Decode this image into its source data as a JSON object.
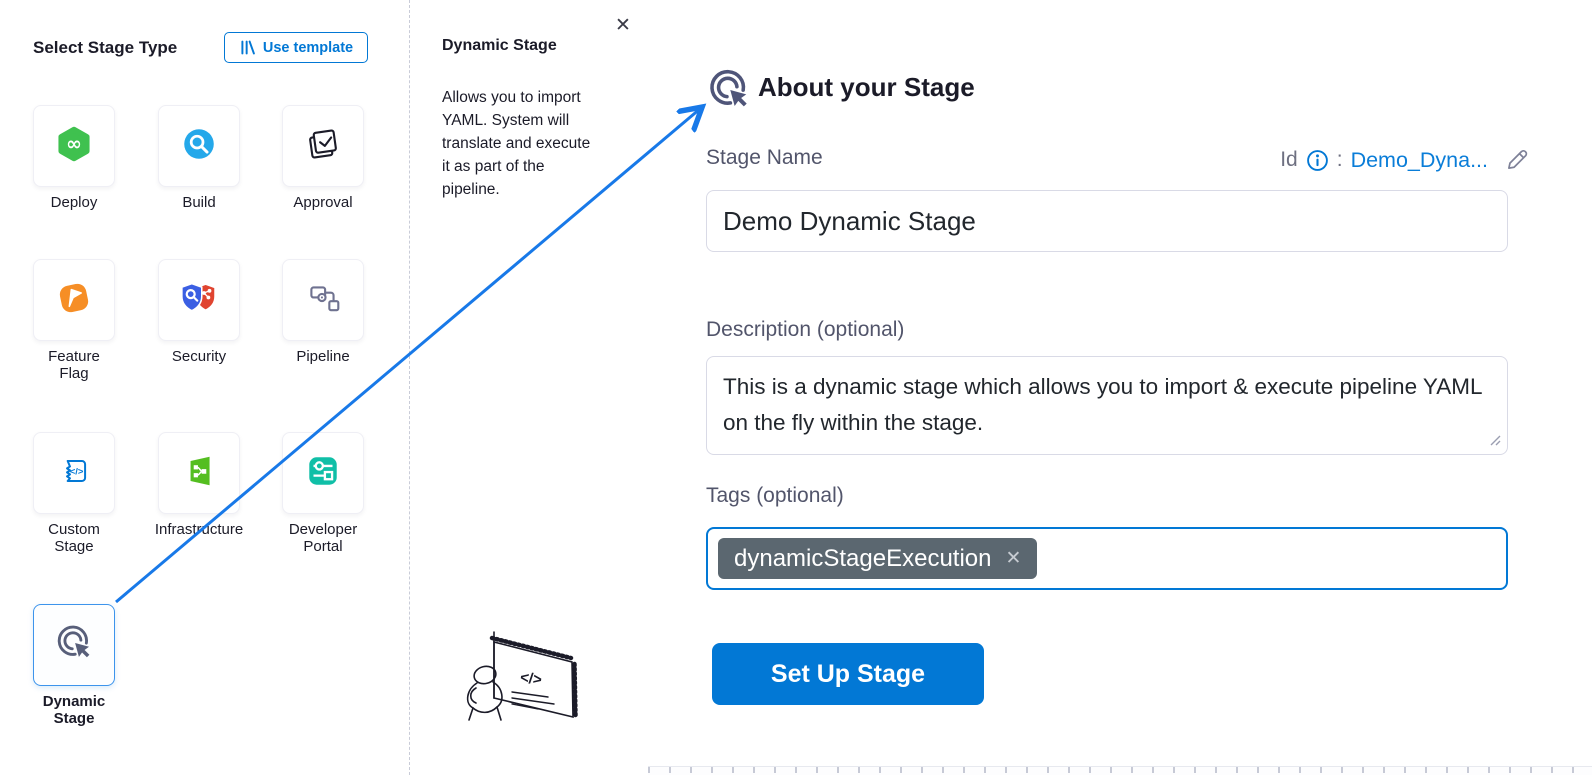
{
  "colors": {
    "primary_blue": "#0278d5",
    "arrow_blue": "#1879e8",
    "tag_chip_bg": "#5b6770",
    "selected_tile_border": "#3d94ec"
  },
  "left_panel": {
    "title": "Select Stage Type",
    "use_template_label": "Use template",
    "stages": [
      {
        "label": "Deploy"
      },
      {
        "label": "Build"
      },
      {
        "label": "Approval"
      },
      {
        "label": "Feature\nFlag"
      },
      {
        "label": "Security"
      },
      {
        "label": "Pipeline"
      },
      {
        "label": "Custom\nStage"
      },
      {
        "label": "Infrastructure"
      },
      {
        "label": "Developer\nPortal"
      },
      {
        "label": "Dynamic\nStage",
        "selected": true
      }
    ]
  },
  "info_panel": {
    "title": "Dynamic Stage",
    "close_glyph": "✕",
    "description": "Allows you to import YAML. System will translate and execute it as part of the pipeline."
  },
  "about_panel": {
    "title": "About your Stage",
    "stage_name_label": "Stage Name",
    "id_label": "Id",
    "id_colon": ":",
    "id_value": "Demo_Dyna...",
    "stage_name_value": "Demo Dynamic Stage",
    "description_label": "Description (optional)",
    "description_value": "This is a dynamic stage which allows you to import & execute pipeline YAML on the fly within the stage.",
    "tags_label": "Tags (optional)",
    "tags": [
      {
        "label": "dynamicStageExecution",
        "remove_glyph": "✕"
      }
    ],
    "submit_label": "Set Up Stage"
  }
}
